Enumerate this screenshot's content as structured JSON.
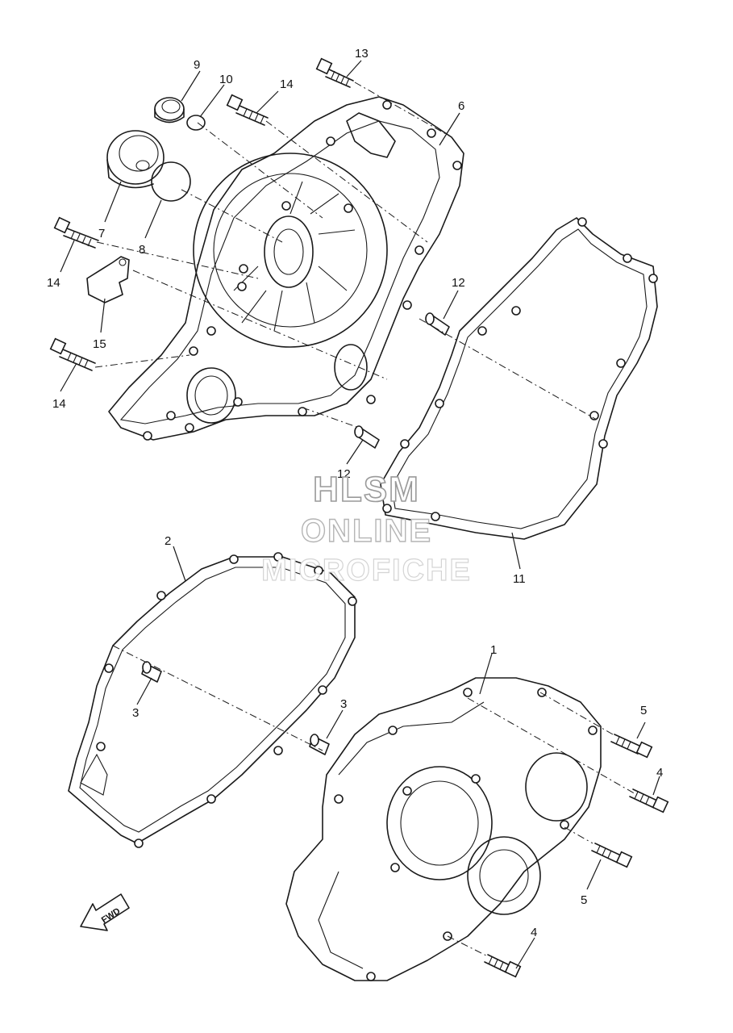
{
  "diagram": {
    "callouts": {
      "c1": "1",
      "c2": "2",
      "c3a": "3",
      "c3b": "3",
      "c4a": "4",
      "c4b": "4",
      "c5a": "5",
      "c5b": "5",
      "c6": "6",
      "c7": "7",
      "c8": "8",
      "c9": "9",
      "c10": "10",
      "c11": "11",
      "c12a": "12",
      "c12b": "12",
      "c13": "13",
      "c14a": "14",
      "c14b": "14",
      "c14c": "14",
      "c15": "15"
    },
    "fwd_label": "FWD"
  },
  "watermark": {
    "line1": "HLSM",
    "line2": "ONLINE",
    "line3": "MICROFICHE"
  }
}
